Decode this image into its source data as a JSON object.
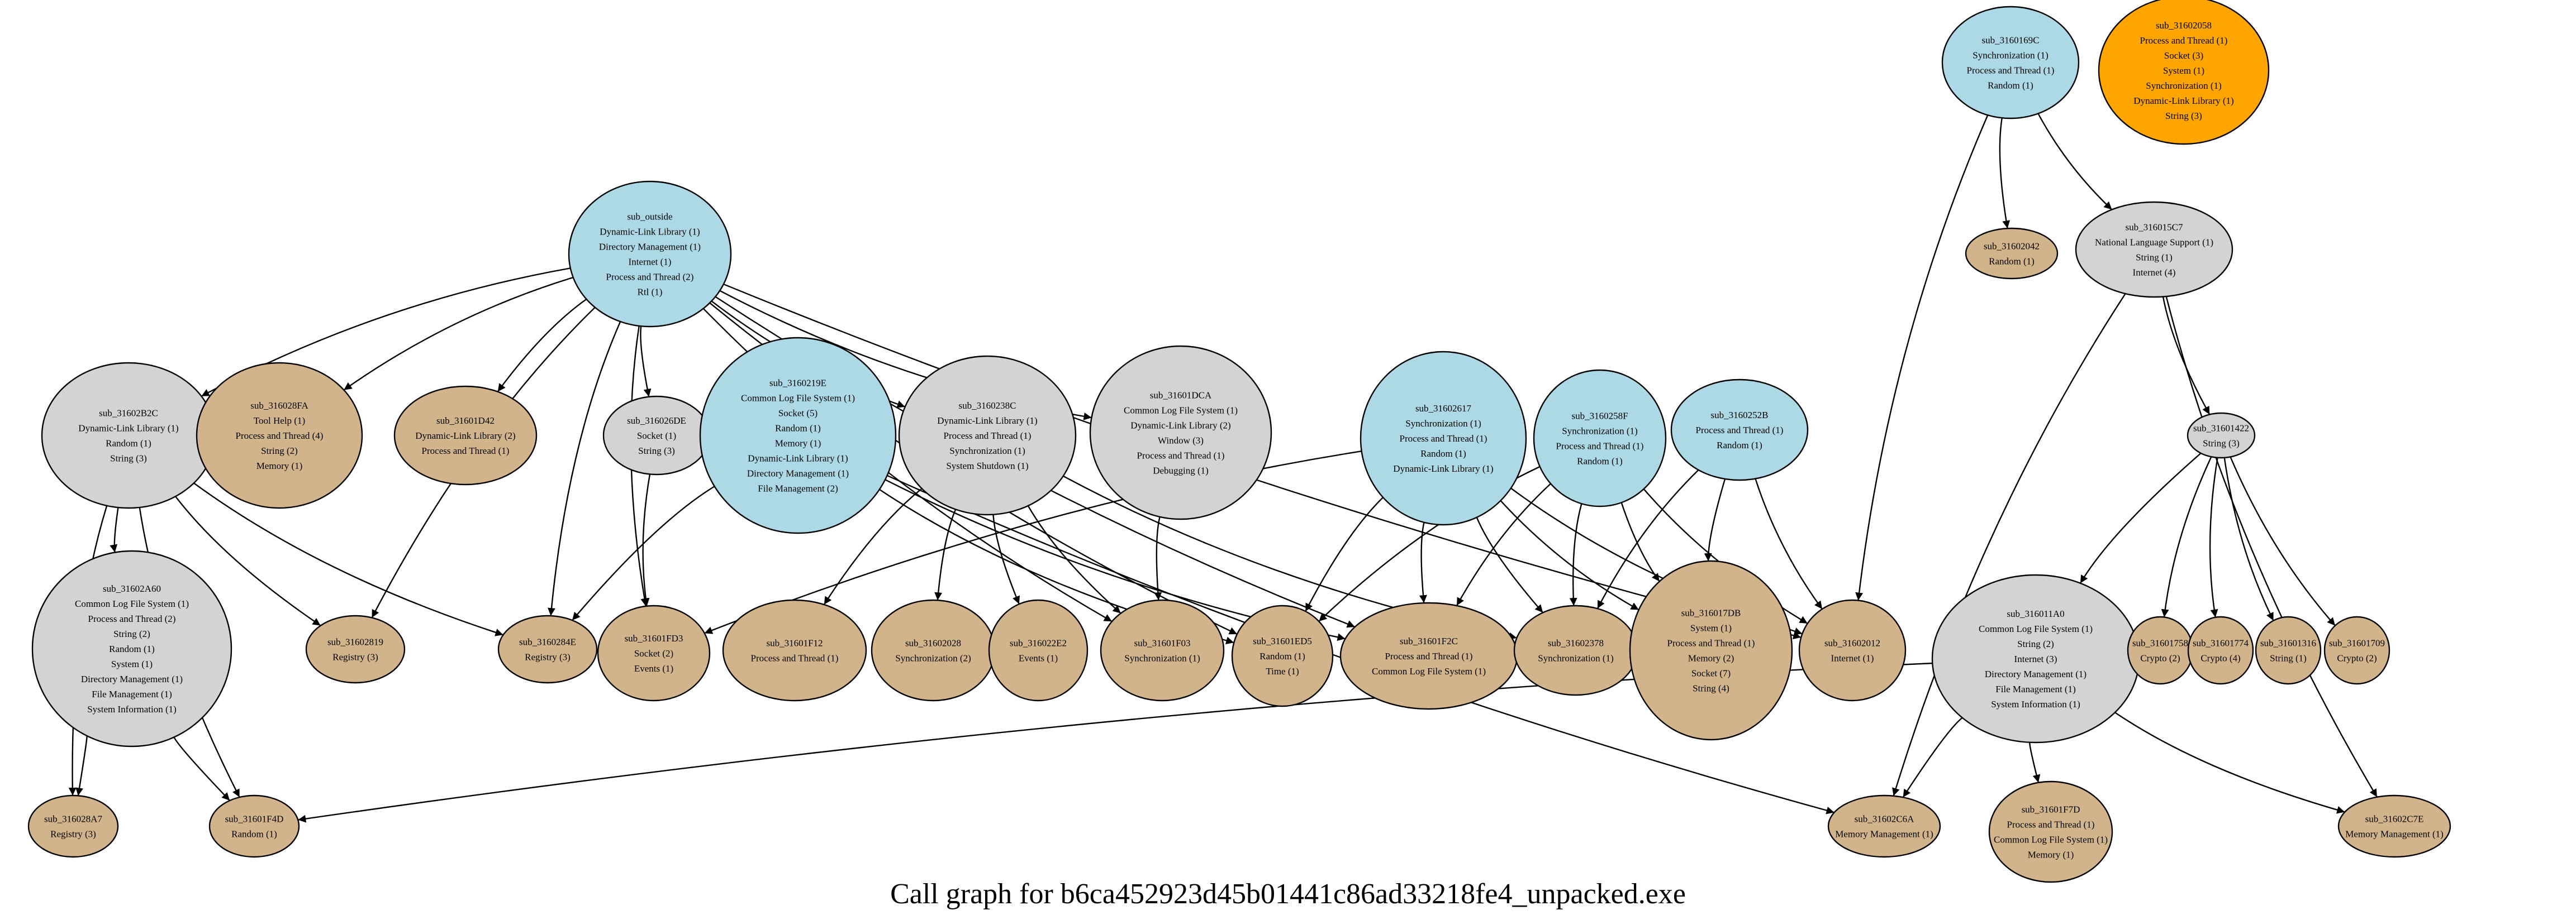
{
  "title": "Call graph for b6ca452923d45b01441c86ad33218fe4_unpacked.exe",
  "colors": {
    "entry": "#add8e6",
    "internal": "#d3d3d3",
    "leaf": "#d2b48c",
    "isolated": "#ffa500",
    "stroke": "#000000"
  },
  "nodes": [
    {
      "id": "sub_outside",
      "kind": "entry",
      "apis": [
        "Dynamic-Link Library (1)",
        "Directory Management (1)",
        "Internet (1)",
        "Process and Thread (2)",
        "Rtl (1)"
      ]
    },
    {
      "id": "sub_3160169C",
      "kind": "entry",
      "apis": [
        "Synchronization (1)",
        "Process and Thread (1)",
        "Random (1)"
      ]
    },
    {
      "id": "sub_31602058",
      "kind": "isolated",
      "apis": [
        "Process and Thread (1)",
        "Socket (3)",
        "System (1)",
        "Synchronization (1)",
        "Dynamic-Link Library (1)",
        "String (3)"
      ]
    },
    {
      "id": "sub_31602042",
      "kind": "leaf",
      "apis": [
        "Random (1)"
      ]
    },
    {
      "id": "sub_316015C7",
      "kind": "internal",
      "apis": [
        "National Language Support (1)",
        "String (1)",
        "Internet (4)"
      ]
    },
    {
      "id": "sub_31602B2C",
      "kind": "internal",
      "apis": [
        "Dynamic-Link Library (1)",
        "Random (1)",
        "String (3)"
      ]
    },
    {
      "id": "sub_316028FA",
      "kind": "leaf",
      "apis": [
        "Tool Help (1)",
        "Process and Thread (4)",
        "String (2)",
        "Memory (1)"
      ]
    },
    {
      "id": "sub_31601D42",
      "kind": "leaf",
      "apis": [
        "Dynamic-Link Library (2)",
        "Process and Thread (1)"
      ]
    },
    {
      "id": "sub_316026DE",
      "kind": "internal",
      "apis": [
        "Socket (1)",
        "String (3)"
      ]
    },
    {
      "id": "sub_3160219E",
      "kind": "entry",
      "apis": [
        "Common Log File System (1)",
        "Socket (5)",
        "Random (1)",
        "Memory (1)",
        "Dynamic-Link Library (1)",
        "Directory Management (1)",
        "File Management (2)"
      ]
    },
    {
      "id": "sub_3160238C",
      "kind": "internal",
      "apis": [
        "Dynamic-Link Library (1)",
        "Process and Thread (1)",
        "Synchronization (1)",
        "System Shutdown (1)"
      ]
    },
    {
      "id": "sub_31601DCA",
      "kind": "internal",
      "apis": [
        "Common Log File System (1)",
        "Dynamic-Link Library (2)",
        "Window (3)",
        "Process and Thread (1)",
        "Debugging (1)"
      ]
    },
    {
      "id": "sub_31602617",
      "kind": "entry",
      "apis": [
        "Synchronization (1)",
        "Process and Thread (1)",
        "Random (1)",
        "Dynamic-Link Library (1)"
      ]
    },
    {
      "id": "sub_3160258F",
      "kind": "entry",
      "apis": [
        "Synchronization (1)",
        "Process and Thread (1)",
        "Random (1)"
      ]
    },
    {
      "id": "sub_3160252B",
      "kind": "entry",
      "apis": [
        "Process and Thread (1)",
        "Random (1)"
      ]
    },
    {
      "id": "sub_31601422",
      "kind": "internal",
      "apis": [
        "String (3)"
      ]
    },
    {
      "id": "sub_31602A60",
      "kind": "internal",
      "apis": [
        "Common Log File System (1)",
        "Process and Thread (2)",
        "String (2)",
        "Random (1)",
        "System (1)",
        "Directory Management (1)",
        "File Management (1)",
        "System Information (1)"
      ]
    },
    {
      "id": "sub_31602819",
      "kind": "leaf",
      "apis": [
        "Registry (3)"
      ]
    },
    {
      "id": "sub_3160284E",
      "kind": "leaf",
      "apis": [
        "Registry (3)"
      ]
    },
    {
      "id": "sub_31601FD3",
      "kind": "leaf",
      "apis": [
        "Socket (2)",
        "Events (1)"
      ]
    },
    {
      "id": "sub_31601F12",
      "kind": "leaf",
      "apis": [
        "Process and Thread (1)"
      ]
    },
    {
      "id": "sub_31602028",
      "kind": "leaf",
      "apis": [
        "Synchronization (2)"
      ]
    },
    {
      "id": "sub_316022E2",
      "kind": "leaf",
      "apis": [
        "Events (1)"
      ]
    },
    {
      "id": "sub_31601F03",
      "kind": "leaf",
      "apis": [
        "Synchronization (1)"
      ]
    },
    {
      "id": "sub_31601ED5",
      "kind": "leaf",
      "apis": [
        "Random (1)",
        "Time (1)"
      ]
    },
    {
      "id": "sub_31601F2C",
      "kind": "leaf",
      "apis": [
        "Process and Thread (1)",
        "Common Log File System (1)"
      ]
    },
    {
      "id": "sub_31602378",
      "kind": "leaf",
      "apis": [
        "Synchronization (1)"
      ]
    },
    {
      "id": "sub_316017DB",
      "kind": "leaf",
      "apis": [
        "System (1)",
        "Process and Thread (1)",
        "Memory (2)",
        "Socket (7)",
        "String (4)"
      ]
    },
    {
      "id": "sub_31602012",
      "kind": "leaf",
      "apis": [
        "Internet (1)"
      ]
    },
    {
      "id": "sub_316011A0",
      "kind": "internal",
      "apis": [
        "Common Log File System (1)",
        "String (2)",
        "Internet (3)",
        "Directory Management (1)",
        "File Management (1)",
        "System Information (1)"
      ]
    },
    {
      "id": "sub_31601758",
      "kind": "leaf",
      "apis": [
        "Crypto (2)"
      ]
    },
    {
      "id": "sub_31601774",
      "kind": "leaf",
      "apis": [
        "Crypto (4)"
      ]
    },
    {
      "id": "sub_31601316",
      "kind": "leaf",
      "apis": [
        "String (1)"
      ]
    },
    {
      "id": "sub_31601709",
      "kind": "leaf",
      "apis": [
        "Crypto (2)"
      ]
    },
    {
      "id": "sub_316028A7",
      "kind": "leaf",
      "apis": [
        "Registry (3)"
      ]
    },
    {
      "id": "sub_31601F4D",
      "kind": "leaf",
      "apis": [
        "Random (1)"
      ]
    },
    {
      "id": "sub_31602C6A",
      "kind": "leaf",
      "apis": [
        "Memory Management (1)"
      ]
    },
    {
      "id": "sub_31601F7D",
      "kind": "leaf",
      "apis": [
        "Process and Thread (1)",
        "Common Log File System (1)",
        "Memory (1)"
      ]
    },
    {
      "id": "sub_31602C7E",
      "kind": "leaf",
      "apis": [
        "Memory Management (1)"
      ]
    }
  ],
  "edges": [
    [
      "sub_outside",
      "sub_31602B2C"
    ],
    [
      "sub_outside",
      "sub_316028FA"
    ],
    [
      "sub_outside",
      "sub_31602819"
    ],
    [
      "sub_outside",
      "sub_31601D42"
    ],
    [
      "sub_outside",
      "sub_3160284E"
    ],
    [
      "sub_outside",
      "sub_31601FD3"
    ],
    [
      "sub_outside",
      "sub_316026DE"
    ],
    [
      "sub_outside",
      "sub_3160238C"
    ],
    [
      "sub_outside",
      "sub_31601DCA"
    ],
    [
      "sub_outside",
      "sub_31601F03"
    ],
    [
      "sub_outside",
      "sub_31601ED5"
    ],
    [
      "sub_outside",
      "sub_31601F2C"
    ],
    [
      "sub_outside",
      "sub_31602012"
    ],
    [
      "sub_31602B2C",
      "sub_31602A60"
    ],
    [
      "sub_31602B2C",
      "sub_316028A7"
    ],
    [
      "sub_31602B2C",
      "sub_31601F4D"
    ],
    [
      "sub_31602B2C",
      "sub_31602819"
    ],
    [
      "sub_31602B2C",
      "sub_3160284E"
    ],
    [
      "sub_31602A60",
      "sub_316028A7"
    ],
    [
      "sub_31602A60",
      "sub_31601F4D"
    ],
    [
      "sub_316026DE",
      "sub_31601FD3"
    ],
    [
      "sub_3160219E",
      "sub_3160284E"
    ],
    [
      "sub_3160219E",
      "sub_31601ED5"
    ],
    [
      "sub_3160219E",
      "sub_31601F2C"
    ],
    [
      "sub_3160219E",
      "sub_31602C6A"
    ],
    [
      "sub_3160238C",
      "sub_31601F12"
    ],
    [
      "sub_3160238C",
      "sub_31602028"
    ],
    [
      "sub_3160238C",
      "sub_316022E2"
    ],
    [
      "sub_3160238C",
      "sub_31601F03"
    ],
    [
      "sub_3160238C",
      "sub_31602378"
    ],
    [
      "sub_31601DCA",
      "sub_31601F03"
    ],
    [
      "sub_31602617",
      "sub_31601FD3"
    ],
    [
      "sub_31602617",
      "sub_31601ED5"
    ],
    [
      "sub_31602617",
      "sub_31601F2C"
    ],
    [
      "sub_31602617",
      "sub_31602378"
    ],
    [
      "sub_31602617",
      "sub_316017DB"
    ],
    [
      "sub_31602617",
      "sub_31602012"
    ],
    [
      "sub_3160258F",
      "sub_31601ED5"
    ],
    [
      "sub_3160258F",
      "sub_31601F2C"
    ],
    [
      "sub_3160258F",
      "sub_31602378"
    ],
    [
      "sub_3160258F",
      "sub_316017DB"
    ],
    [
      "sub_3160258F",
      "sub_31602012"
    ],
    [
      "sub_3160252B",
      "sub_31602378"
    ],
    [
      "sub_3160252B",
      "sub_316017DB"
    ],
    [
      "sub_3160252B",
      "sub_31602012"
    ],
    [
      "sub_3160169C",
      "sub_31602042"
    ],
    [
      "sub_3160169C",
      "sub_316015C7"
    ],
    [
      "sub_3160169C",
      "sub_31602012"
    ],
    [
      "sub_316015C7",
      "sub_31601422"
    ],
    [
      "sub_316015C7",
      "sub_31602C6A"
    ],
    [
      "sub_316015C7",
      "sub_31602C7E"
    ],
    [
      "sub_31601422",
      "sub_316011A0"
    ],
    [
      "sub_31601422",
      "sub_31601758"
    ],
    [
      "sub_31601422",
      "sub_31601774"
    ],
    [
      "sub_31601422",
      "sub_31601316"
    ],
    [
      "sub_31601422",
      "sub_31601709"
    ],
    [
      "sub_316011A0",
      "sub_31601F4D"
    ],
    [
      "sub_316011A0",
      "sub_31602C6A"
    ],
    [
      "sub_316011A0",
      "sub_31601F7D"
    ],
    [
      "sub_316011A0",
      "sub_31602C7E"
    ]
  ]
}
